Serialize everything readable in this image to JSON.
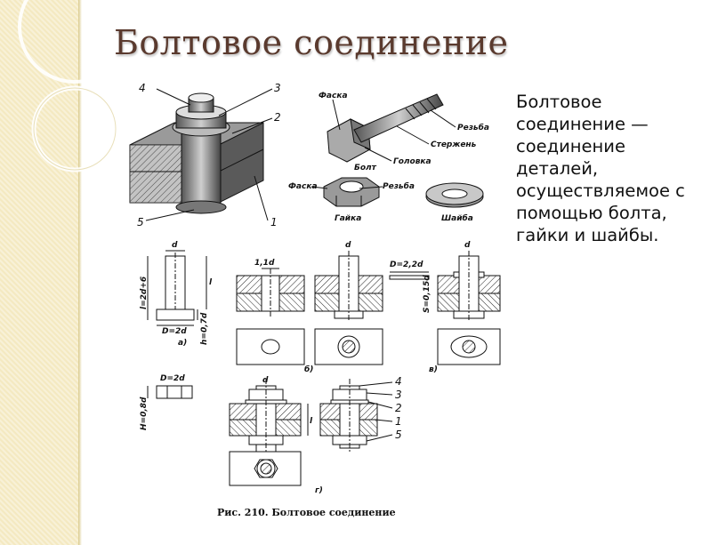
{
  "slide": {
    "title": "Болтовое соединение",
    "body_text": "Болтовое соединение — соединение деталей, осуществляемое с помощью болта, гайки и шайбы."
  },
  "figure": {
    "callouts": [
      "4",
      "3",
      "2",
      "5",
      "1"
    ],
    "part_labels": {
      "chamfer_bolt": "Фаска",
      "thread": "Резьба",
      "shank": "Стержень",
      "head": "Головка",
      "bolt": "Болт",
      "chamfer_nut": "Фаска",
      "thread_nut": "Резьба",
      "nut": "Гайка",
      "washer": "Шайба"
    },
    "dims": {
      "d": "d",
      "d11": "1,1d",
      "D22": "D=2,2d",
      "D2": "D=2d",
      "l": "l",
      "l_formula": "l=2d+6",
      "h07": "h=0,7d",
      "S015": "S=0,15d",
      "H08": "H=0,8d"
    },
    "sub_labels": [
      "а)",
      "б)",
      "в)",
      "г)"
    ],
    "lower_callouts": [
      "4",
      "3",
      "2",
      "1",
      "5"
    ],
    "caption": "Рис. 210. Болтовое соединение"
  }
}
